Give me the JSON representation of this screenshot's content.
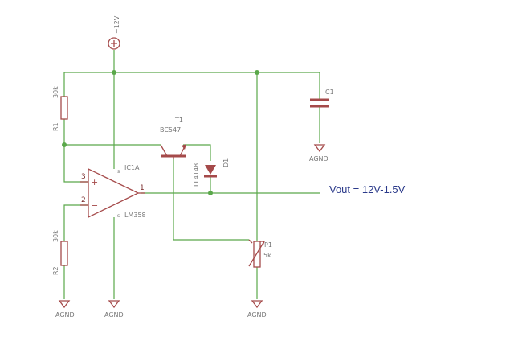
{
  "power": {
    "supply_label": "+12V"
  },
  "grounds": {
    "label": "AGND"
  },
  "components": {
    "r1": {
      "name": "R1",
      "value": "30k"
    },
    "r2": {
      "name": "R2",
      "value": "30k"
    },
    "c1": {
      "name": "C1"
    },
    "t1": {
      "name": "T1",
      "value": "BC547"
    },
    "d1": {
      "name": "D1",
      "value": "LL4148"
    },
    "ic1": {
      "name": "IC1A",
      "value": "LM358",
      "pin_plus": "3",
      "pin_minus": "2",
      "pin_out": "1",
      "sign_plus": "+",
      "sign_minus": "−"
    },
    "p1": {
      "name": "P1",
      "value": "5k"
    }
  },
  "output": {
    "label": "Vout = 12V-1.5V"
  },
  "colors": {
    "wire": "#5aa84a",
    "component": "#a54a4a",
    "label": "#777777",
    "output_text": "#2b3a8a"
  }
}
